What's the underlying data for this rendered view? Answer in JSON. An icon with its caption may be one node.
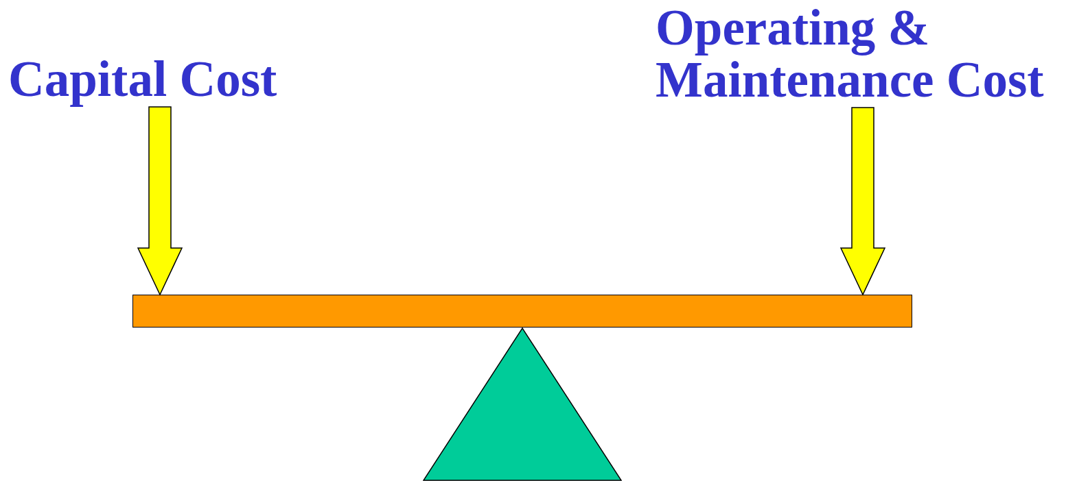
{
  "diagram": {
    "nodes": [
      {
        "text": [
          "Capital Cost"
        ]
      },
      {
        "text": [
          "Operating & Maintenance Cost"
        ]
      },
      {
        "text": [],
        "shape": "bar"
      },
      {
        "text": [],
        "shape": "triangle"
      }
    ],
    "edges": [
      {
        "from": 0,
        "to": 2,
        "arrow": "to",
        "style": "thick"
      },
      {
        "from": 1,
        "to": 2,
        "arrow": "to",
        "style": "thick"
      }
    ]
  }
}
